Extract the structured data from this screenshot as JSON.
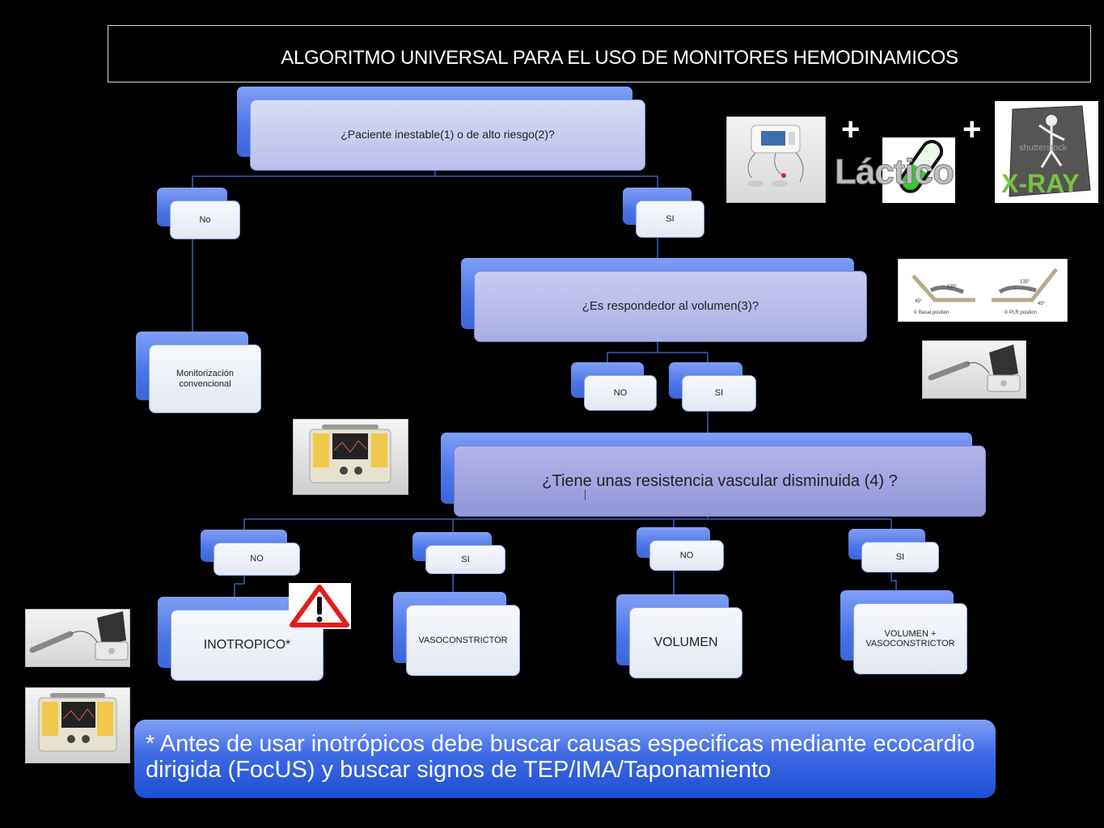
{
  "title": "ALGORITMO UNIVERSAL PARA EL USO DE MONITORES HEMODINAMICOS",
  "nodes": {
    "q1": "¿Paciente inestable(1) o de alto riesgo(2)?",
    "no1": "No",
    "si1": "SI",
    "conv": "Monitorización convencional",
    "q2": "¿Es respondedor al volumen(3)?",
    "no2": "NO",
    "si2": "SI",
    "q3": "¿Tiene unas resistencia vascular disminuida  (4) ?",
    "b1": "NO",
    "b2": "SI",
    "b3": "NO",
    "b4": "SI",
    "r1": "INOTROPICO*",
    "r2": "VASOCONSTRICTOR",
    "r3": "VOLUMEN",
    "r4": "VOLUMEN + VASOCONSTRICTOR"
  },
  "images": {
    "plus": "+",
    "lactic": "Láctico",
    "xray": "X-RAY",
    "xray_watermark": "shutterstock",
    "basal_label": "① Basal position",
    "plr_label": "② PLR position",
    "angle_135": "135°",
    "angle_45": "45°"
  },
  "note": "* Antes de usar inotrópicos debe buscar causas especificas mediante ecocardio dirigida (FocUS) y buscar signos de TEP/IMA/Taponamiento"
}
